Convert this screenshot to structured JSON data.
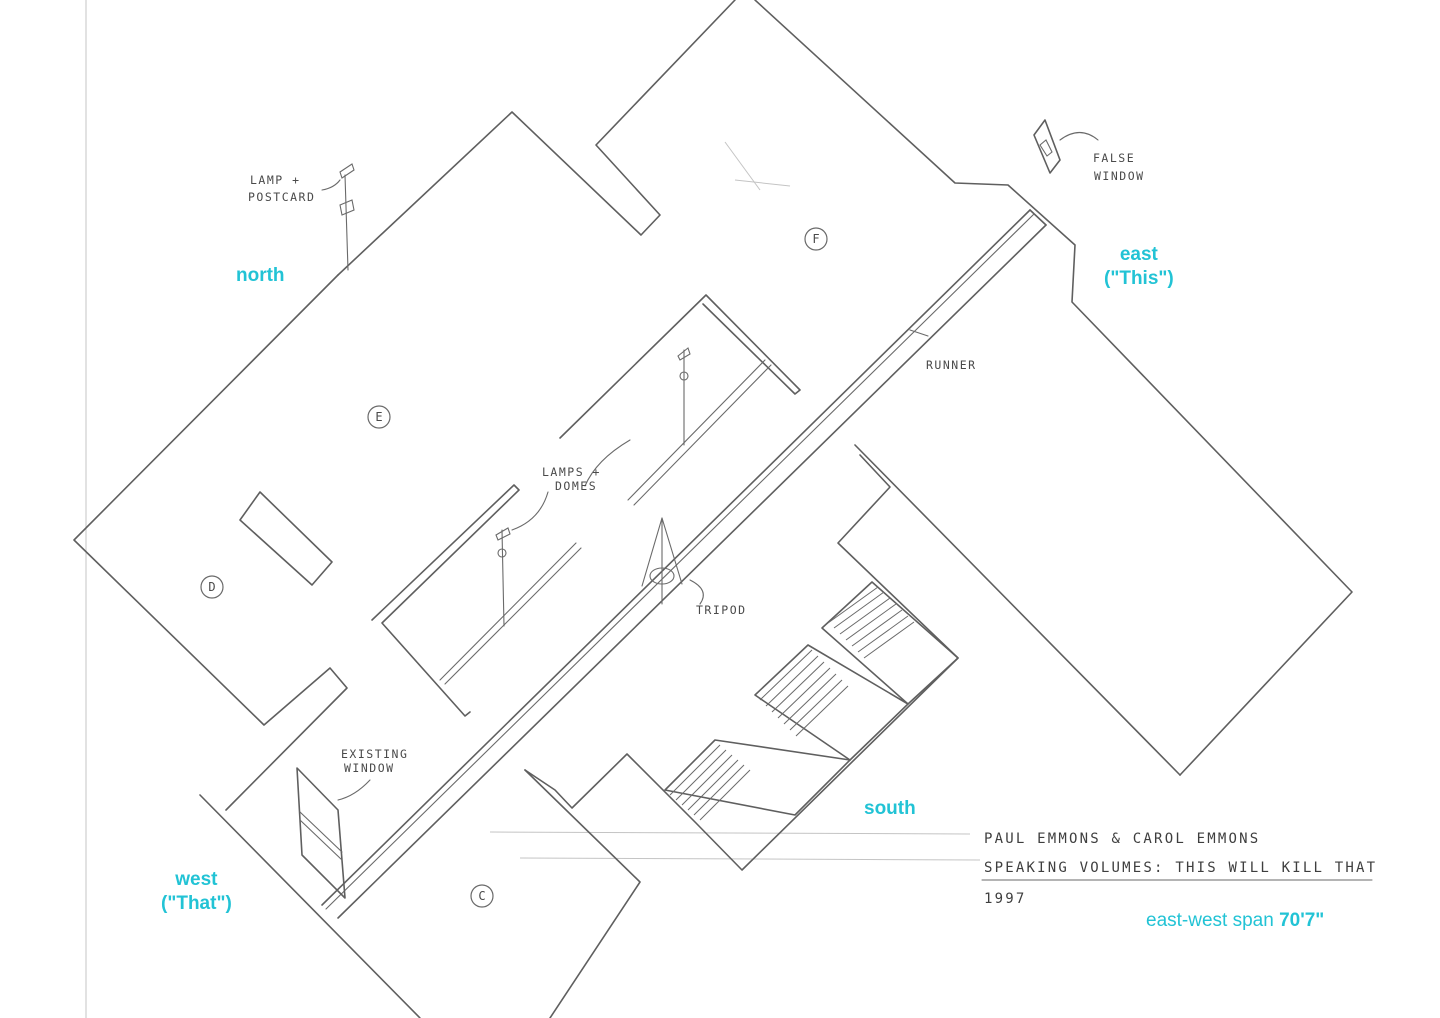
{
  "compass": {
    "north": "north",
    "east_line1": "east",
    "east_line2": "(\"This\")",
    "south": "south",
    "west_line1": "west",
    "west_line2": "(\"That\")"
  },
  "span": {
    "text": "east-west span ",
    "value": "70'7\""
  },
  "annotations": {
    "lamp_postcard_1": "LAMP +",
    "lamp_postcard_2": "POSTCARD",
    "false_window_1": "FALSE",
    "false_window_2": "WINDOW",
    "runner": "RUNNER",
    "lamps_domes_1": "LAMPS +",
    "lamps_domes_2": "DOMES",
    "tripod": "TRIPOD",
    "existing_window_1": "EXISTING",
    "existing_window_2": "WINDOW"
  },
  "rooms": {
    "c": "C",
    "d": "D",
    "e": "E",
    "f": "F"
  },
  "title_block": {
    "artists": "PAUL EMMONS & CAROL EMMONS",
    "work": "SPEAKING VOLUMES: THIS WILL KILL THAT",
    "year": "1997"
  },
  "colors": {
    "label_cyan": "#22c3d5",
    "pencil": "#5f5f5f"
  }
}
